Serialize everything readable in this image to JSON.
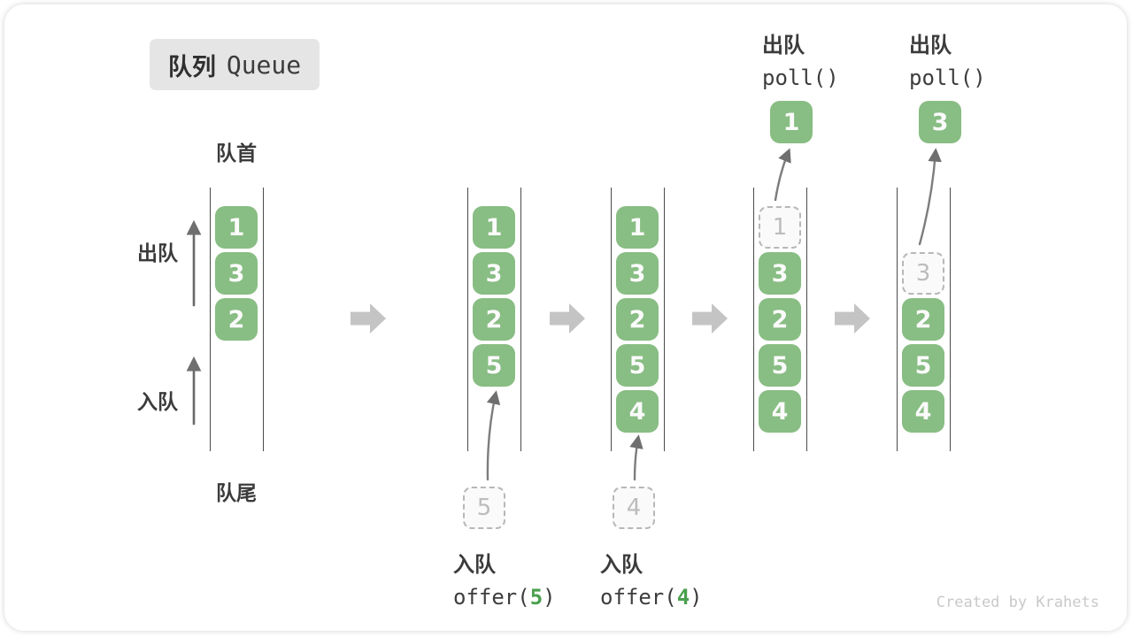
{
  "title": {
    "zh": "队列",
    "en": "Queue"
  },
  "side_labels": {
    "front": "队首",
    "rear": "队尾",
    "dequeue": "出队",
    "enqueue": "入队"
  },
  "stages": [
    {
      "slots": [
        {
          "v": "1"
        },
        {
          "v": "3"
        },
        {
          "v": "2"
        }
      ]
    },
    {
      "slots": [
        {
          "v": "1"
        },
        {
          "v": "3"
        },
        {
          "v": "2"
        },
        {
          "v": "5"
        }
      ],
      "pending": "5",
      "op": {
        "action": "入队",
        "code_pre": "offer(",
        "code_arg": "5",
        "code_post": ")"
      }
    },
    {
      "slots": [
        {
          "v": "1"
        },
        {
          "v": "3"
        },
        {
          "v": "2"
        },
        {
          "v": "5"
        },
        {
          "v": "4"
        }
      ],
      "pending": "4",
      "op": {
        "action": "入队",
        "code_pre": "offer(",
        "code_arg": "4",
        "code_post": ")"
      }
    },
    {
      "removed": "1",
      "slots": [
        {
          "v": "3"
        },
        {
          "v": "2"
        },
        {
          "v": "5"
        },
        {
          "v": "4"
        }
      ],
      "op": {
        "action": "出队",
        "code": "poll()"
      }
    },
    {
      "removed": "3",
      "slots": [
        {
          "v": "2"
        },
        {
          "v": "5"
        },
        {
          "v": "4"
        }
      ],
      "op": {
        "action": "出队",
        "code": "poll()"
      }
    }
  ],
  "watermark": "Created by Krahets",
  "colors": {
    "box_fill": "#88bd83",
    "box_text": "#fbfbfb",
    "code_arg_green": "#4aa04e",
    "dashed_border": "#b7b7b7",
    "dashed_text": "#bcbcbc",
    "container_line": "#4b4b4b",
    "label_text": "#3b3b3b",
    "block_arrow": "#c4c4c4",
    "badge_bg": "#e5e5e5",
    "watermark_text": "#c9c9c9"
  }
}
